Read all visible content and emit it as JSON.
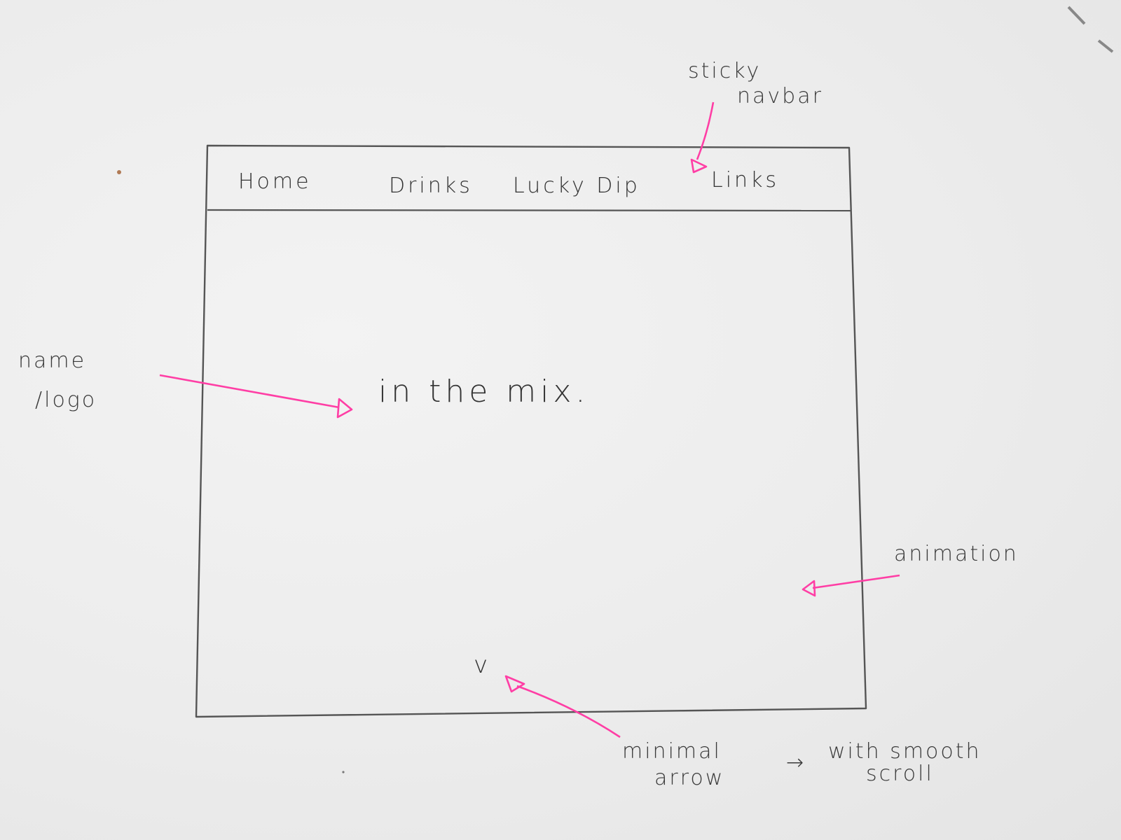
{
  "wireframe": {
    "nav_items": [
      "Home",
      "Drinks",
      "Lucky Dip",
      "Links"
    ],
    "logo_text": "in the mix.",
    "scroll_arrow": "v"
  },
  "annotations": {
    "navbar": [
      "sticky",
      "navbar"
    ],
    "logo": [
      "name",
      "/logo"
    ],
    "animation": "animation",
    "arrow": [
      "minimal",
      "arrow"
    ],
    "arrow_arrow": "→",
    "scroll": [
      "with smooth",
      "scroll"
    ]
  },
  "colors": {
    "pencil": "#555555",
    "ink": "#333333",
    "highlight": "#ff3ea5",
    "paper": "#eeeeee"
  }
}
